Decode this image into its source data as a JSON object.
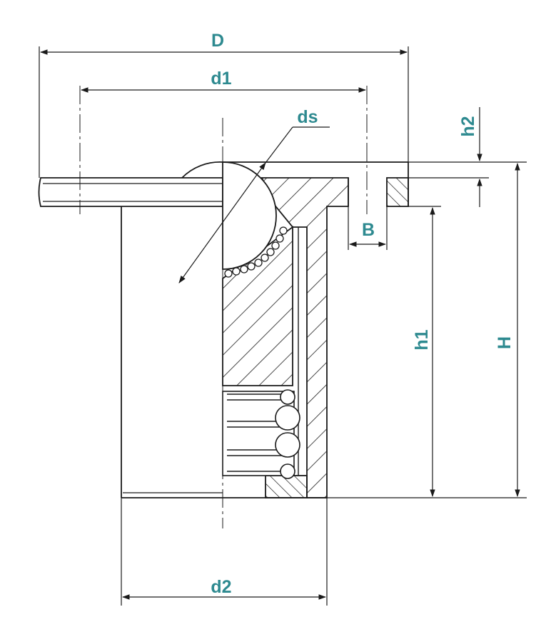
{
  "diagram": {
    "labels": {
      "D": "D",
      "d1": "d1",
      "ds": "ds",
      "h2": "h2",
      "B": "B",
      "h1": "h1",
      "H": "H",
      "d2": "d2"
    },
    "colors": {
      "line": "#1a1a1a",
      "label": "#2e8a90",
      "background": "#ffffff"
    }
  }
}
